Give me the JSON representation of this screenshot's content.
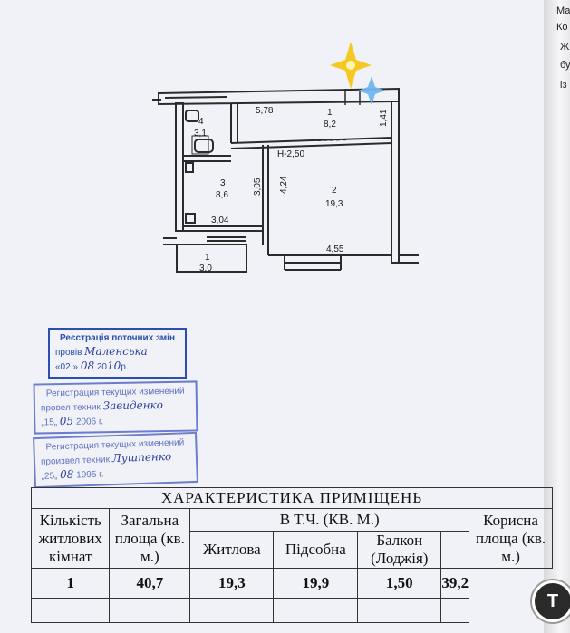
{
  "edge": {
    "lines": [
      "Ма",
      "Ко",
      "Ж",
      "бу",
      "із"
    ]
  },
  "plan": {
    "dim_top": "5,78",
    "dim_h": "Н-2,50",
    "dim_424": "4,24",
    "dim_305": "3,05",
    "dim_141": "1,41",
    "dim_304": "3,04",
    "dim_455": "4,55",
    "room1_num": "1",
    "room1_area": "8,2",
    "room2_num": "2",
    "room2_area": "19,3",
    "room3_num": "3",
    "room3_area": "8,6",
    "room4_num": "4",
    "room4_area": "3,1",
    "room_b_num": "1",
    "room_b_area": "3,0"
  },
  "stamps": [
    {
      "title": "Реєстрація поточних змін",
      "l1": "провів",
      "h1": "Маленська",
      "l2a": "«02 »",
      "h2": "08",
      "l2b": "20",
      "h2b": "10",
      "l2c": "р."
    },
    {
      "title": "Регистрация текущих изменений",
      "l1": "провел техник",
      "h1": "Завиденко",
      "l2a": "„15„",
      "h2": "05",
      "l2b": "2006",
      "l2c": "г."
    },
    {
      "title": "Регистрация текущих изменений",
      "l1": "произвел техник",
      "h1": "Лушпенко",
      "l2a": "„25„",
      "h2": "08",
      "l2b": "1995",
      "l2c": "г."
    }
  ],
  "table": {
    "title": "ХАРАКТЕРИСТИКА ПРИМІЩЕНЬ",
    "h_rooms": "Кількість житлових кімнат",
    "h_total": "Загальна площа (кв. м.)",
    "h_incl": "В Т.Ч. (КВ. М.)",
    "h_living": "Житлова",
    "h_aux": "Підсобна",
    "h_balcony": "Балкон (Лоджія)",
    "h_useful": "Корисна площа (кв. м.)",
    "row": {
      "rooms": "1",
      "total": "40,7",
      "living": "19,3",
      "aux": "19,9",
      "balcony": "1,50",
      "useful": "39,2"
    }
  },
  "colors": {
    "stamp_blue": "#2a4fb0",
    "paper": "#f1f2f7",
    "sparkle_yellow": "#f5c518",
    "sparkle_blue": "#6fb6f0"
  },
  "icons": {
    "badge": "translate-icon",
    "sparkle1": "sparkle-icon",
    "sparkle2": "sparkle-small-icon"
  }
}
